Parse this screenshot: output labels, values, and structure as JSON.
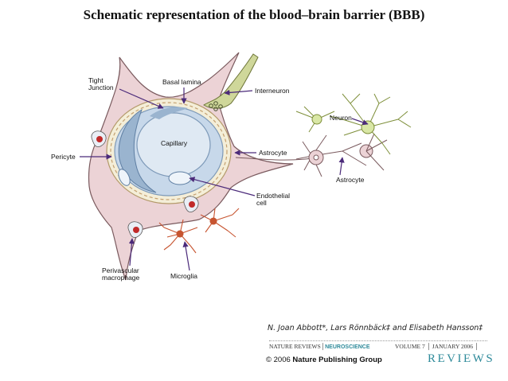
{
  "title": "Schematic representation of the blood–brain barrier (BBB)",
  "labels": {
    "tight_junction_1": "Tight",
    "tight_junction_2": "Junction",
    "basal_lamina": "Basal lamina",
    "interneuron": "Interneuron",
    "neuron": "Neuron",
    "capillary": "Capillary",
    "pericyte": "Pericyte",
    "astrocyte_left": "Astrocyte",
    "astrocyte_right": "Astrocyte",
    "endothelial_1": "Endothelial",
    "endothelial_2": "cell",
    "perivascular_1": "Perivascular",
    "perivascular_2": "macrophage",
    "microglia": "Microglia"
  },
  "footer": {
    "authors": "N. Joan Abbott*, Lars Rönnbäck‡ and Elisabeth Hansson‡",
    "journal_nature": "NATURE REVIEWS",
    "journal_neuro": "NEUROSCIENCE",
    "journal_volume": "VOLUME 7 │ JANUARY 2006 │",
    "copyright_prefix": "© 2006",
    "copyright_holder": "Nature Publishing Group",
    "reviews": "REVIEWS"
  },
  "colors": {
    "astrocyte_fill": "#ecd3d6",
    "astrocyte_stroke": "#7a5a5e",
    "capillary_fill": "#c7d8ea",
    "capillary_dark": "#9ab4cf",
    "basal_lamina": "#f4eed8",
    "interneuron": "#cfd79a",
    "neuron": "#d9e7a5",
    "arrow": "#4b2a7a",
    "microglia": "#c75430",
    "cell_red": "#c12a2a",
    "accent": "#2e8a9a"
  }
}
